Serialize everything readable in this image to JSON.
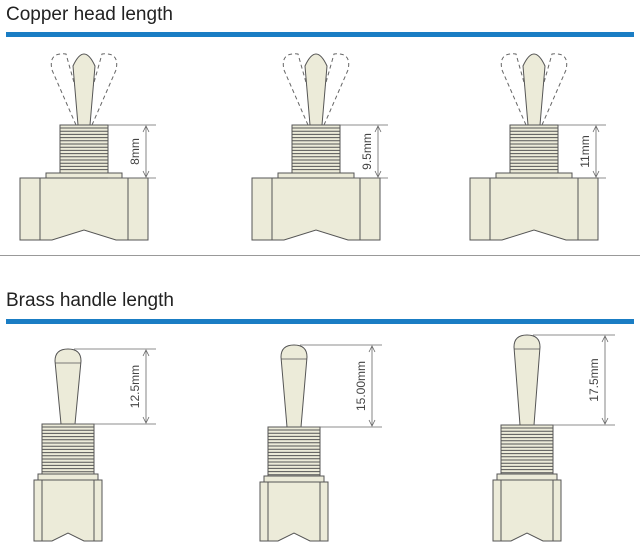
{
  "colors": {
    "accent_bar": "#1a7dc4",
    "part_fill": "#ecebd9",
    "part_stroke": "#555555"
  },
  "sections": [
    {
      "title": "Copper head length",
      "items": [
        {
          "dimension": "8mm",
          "length_mm": 8
        },
        {
          "dimension": "9.5mm",
          "length_mm": 9.5
        },
        {
          "dimension": "11mm",
          "length_mm": 11
        }
      ]
    },
    {
      "title": "Brass handle length",
      "items": [
        {
          "dimension": "12.5mm",
          "length_mm": 12.5
        },
        {
          "dimension": "15.00mm",
          "length_mm": 15.0
        },
        {
          "dimension": "17.5mm",
          "length_mm": 17.5
        }
      ]
    }
  ]
}
